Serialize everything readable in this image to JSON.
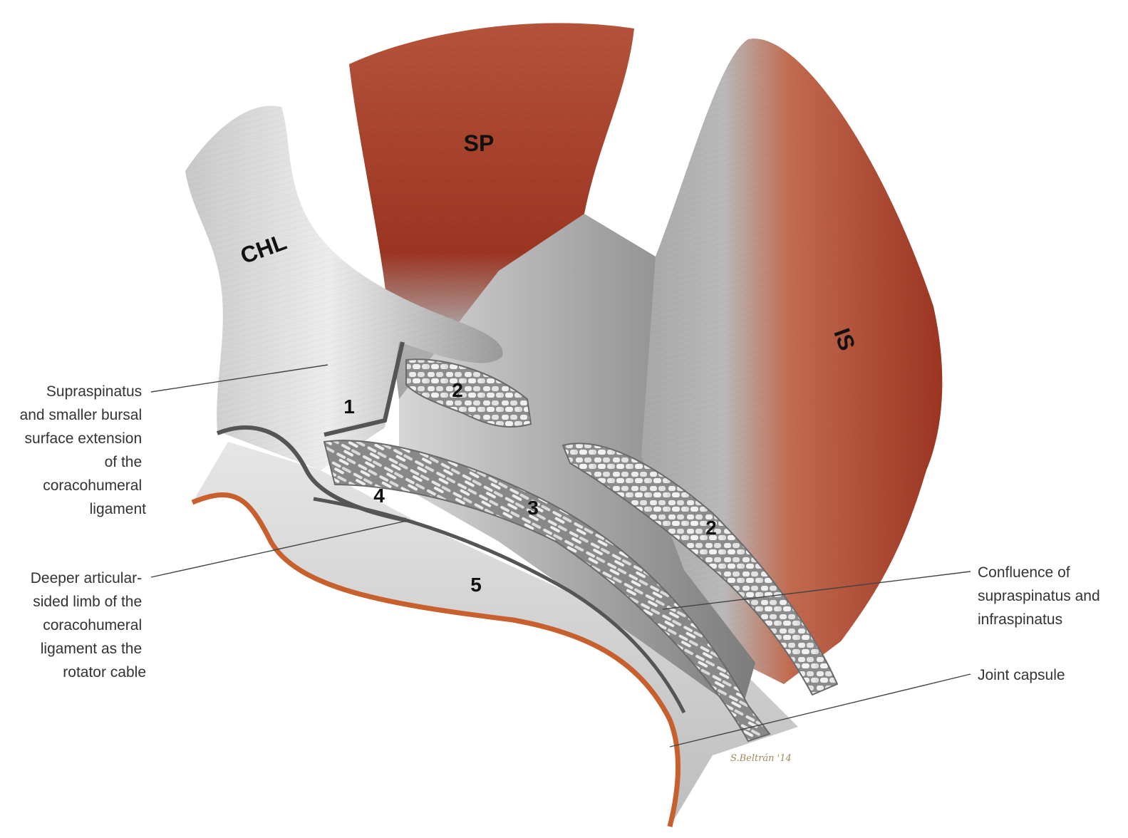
{
  "structures": {
    "chl": "CHL",
    "sp": "SP",
    "is": "IS"
  },
  "numbers": {
    "n1": "1",
    "n2_top": "2",
    "n2_right": "2",
    "n3": "3",
    "n4": "4",
    "n5": "5"
  },
  "callouts": {
    "supraspinatus_extension": [
      "Supraspinatus",
      "and smaller bursal",
      "surface extension",
      "of the",
      "coracohumeral",
      "ligament"
    ],
    "deeper_limb": [
      "Deeper articular-",
      "sided limb of the",
      "coracohumeral",
      "ligament as the",
      "rotator cable"
    ],
    "confluence": [
      "Confluence of",
      "supraspinatus and",
      "infraspinatus"
    ],
    "joint_capsule": [
      "Joint capsule"
    ]
  },
  "signature": "S.Beltrán '14",
  "colors": {
    "muscle": "#b84a30",
    "tendon_gray": "#9a9a9a",
    "capsule_rim": "#c8602e",
    "background": "#ffffff"
  }
}
